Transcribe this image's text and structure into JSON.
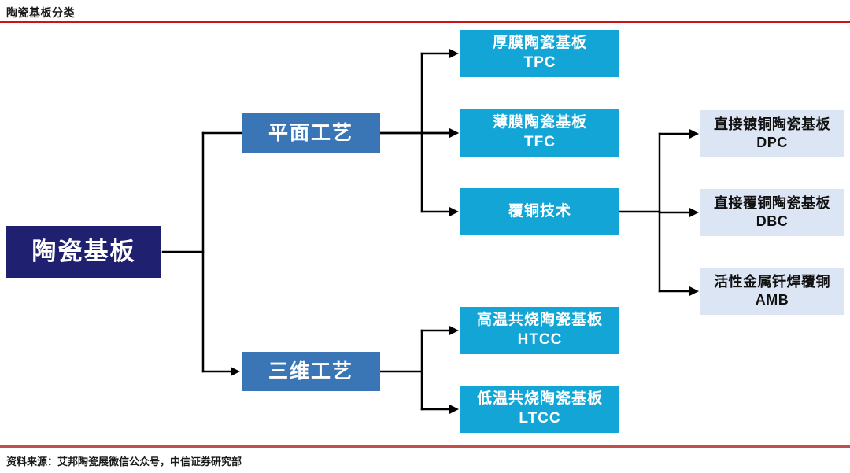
{
  "page": {
    "title": "陶瓷基板分类",
    "source": "资料来源：艾邦陶瓷展微信公众号，中信证券研究部"
  },
  "colors": {
    "root_bg": "#1f2070",
    "branch_bg": "#3a76b6",
    "leaf_bg": "#12a5d5",
    "sub_bg": "#dce5f3",
    "connector": "#000000",
    "top_rule": "#cc1414",
    "bottom_rule": "#c0504d",
    "text_dark": "#1a1a1a",
    "text_light": "#ffffff"
  },
  "nodes": {
    "root": {
      "label": "陶瓷基板"
    },
    "planar": {
      "label": "平面工艺"
    },
    "three_d": {
      "label": "三维工艺"
    },
    "tpc": {
      "line1": "厚膜陶瓷基板",
      "line2": "TPC"
    },
    "tfc": {
      "line1": "薄膜陶瓷基板",
      "line2": "TFC"
    },
    "copper": {
      "line1": "覆铜技术"
    },
    "htcc": {
      "line1": "高温共烧陶瓷基板",
      "line2": "HTCC"
    },
    "ltcc": {
      "line1": "低温共烧陶瓷基板",
      "line2": "LTCC"
    },
    "dpc": {
      "line1": "直接镀铜陶瓷基板",
      "line2": "DPC"
    },
    "dbc": {
      "line1": "直接覆铜陶瓷基板",
      "line2": "DBC"
    },
    "amb": {
      "line1": "活性金属钎焊覆铜",
      "line2": "AMB"
    }
  },
  "edges": [
    {
      "from": "陶瓷基板",
      "to": "平面工艺"
    },
    {
      "from": "陶瓷基板",
      "to": "三维工艺"
    },
    {
      "from": "平面工艺",
      "to": "厚膜陶瓷基板 TPC"
    },
    {
      "from": "平面工艺",
      "to": "薄膜陶瓷基板 TFC"
    },
    {
      "from": "平面工艺",
      "to": "覆铜技术"
    },
    {
      "from": "覆铜技术",
      "to": "直接镀铜陶瓷基板 DPC"
    },
    {
      "from": "覆铜技术",
      "to": "直接覆铜陶瓷基板 DBC"
    },
    {
      "from": "覆铜技术",
      "to": "活性金属钎焊覆铜 AMB"
    },
    {
      "from": "三维工艺",
      "to": "高温共烧陶瓷基板 HTCC"
    },
    {
      "from": "三维工艺",
      "to": "低温共烧陶瓷基板 LTCC"
    }
  ]
}
